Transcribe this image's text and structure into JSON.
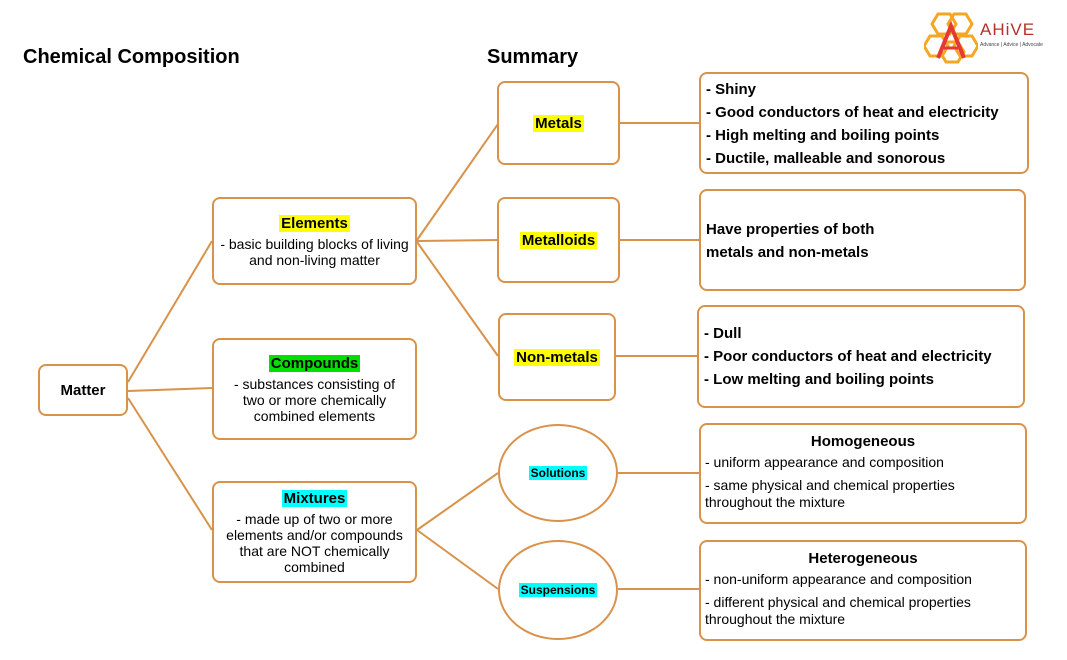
{
  "titles": {
    "left": "Chemical Composition",
    "right": "Summary"
  },
  "logo": {
    "name": "AHiVE",
    "tagline": "Advance | Advice | Advocate",
    "colors": [
      "#f5a623",
      "#e53935"
    ]
  },
  "matter": {
    "label": "Matter"
  },
  "elements": {
    "label": "Elements",
    "description": "- basic building blocks of living and non-living matter",
    "highlight": "#ffff00"
  },
  "compounds": {
    "label": "Compounds",
    "description": "- substances consisting of two or more chemically combined elements",
    "highlight": "#00e000"
  },
  "mixtures": {
    "label": "Mixtures",
    "description": "- made up of two or more elements and/or compounds that are NOT chemically combined",
    "highlight": "#00ffff"
  },
  "metals": {
    "label": "Metals",
    "properties": [
      "- Shiny",
      "- Good conductors of heat and electricity",
      "- High melting and boiling points",
      "- Ductile, malleable and sonorous"
    ]
  },
  "metalloids": {
    "label": "Metalloids",
    "properties": [
      "Have properties of both",
      "metals and non-metals"
    ]
  },
  "nonmetals": {
    "label": "Non-metals",
    "properties": [
      "- Dull",
      "- Poor conductors of heat and electricity",
      "- Low melting and boiling points"
    ]
  },
  "solutions": {
    "label": "Solutions",
    "title": "Homogeneous",
    "lines": [
      "- uniform appearance and composition",
      "- same physical and chemical properties throughout the mixture"
    ]
  },
  "suspensions": {
    "label": "Suspensions",
    "title": "Heterogeneous",
    "lines": [
      "- non-uniform appearance and composition",
      "- different physical and chemical properties throughout the mixture"
    ]
  },
  "colors": {
    "border": "#d9924a",
    "yellow": "#ffff00",
    "green": "#00e000",
    "cyan": "#00ffff"
  }
}
